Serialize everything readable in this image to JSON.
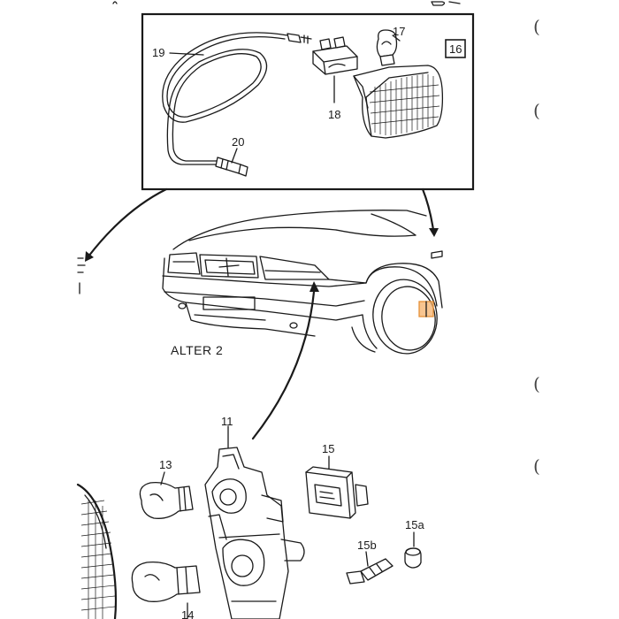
{
  "callouts": {
    "c11": "11",
    "c13": "13",
    "c14": "14",
    "c15": "15",
    "c15a": "15a",
    "c15b": "15b",
    "c16": "16",
    "c17": "17",
    "c18": "18",
    "c19": "19",
    "c20": "20"
  },
  "caption": "ALTER 2",
  "margin_marks": [
    "(",
    "(",
    "(",
    "("
  ],
  "colors": {
    "line": "#1a1a1a",
    "highlight_fill": "#f6b26b",
    "highlight_stroke": "#e69138"
  }
}
